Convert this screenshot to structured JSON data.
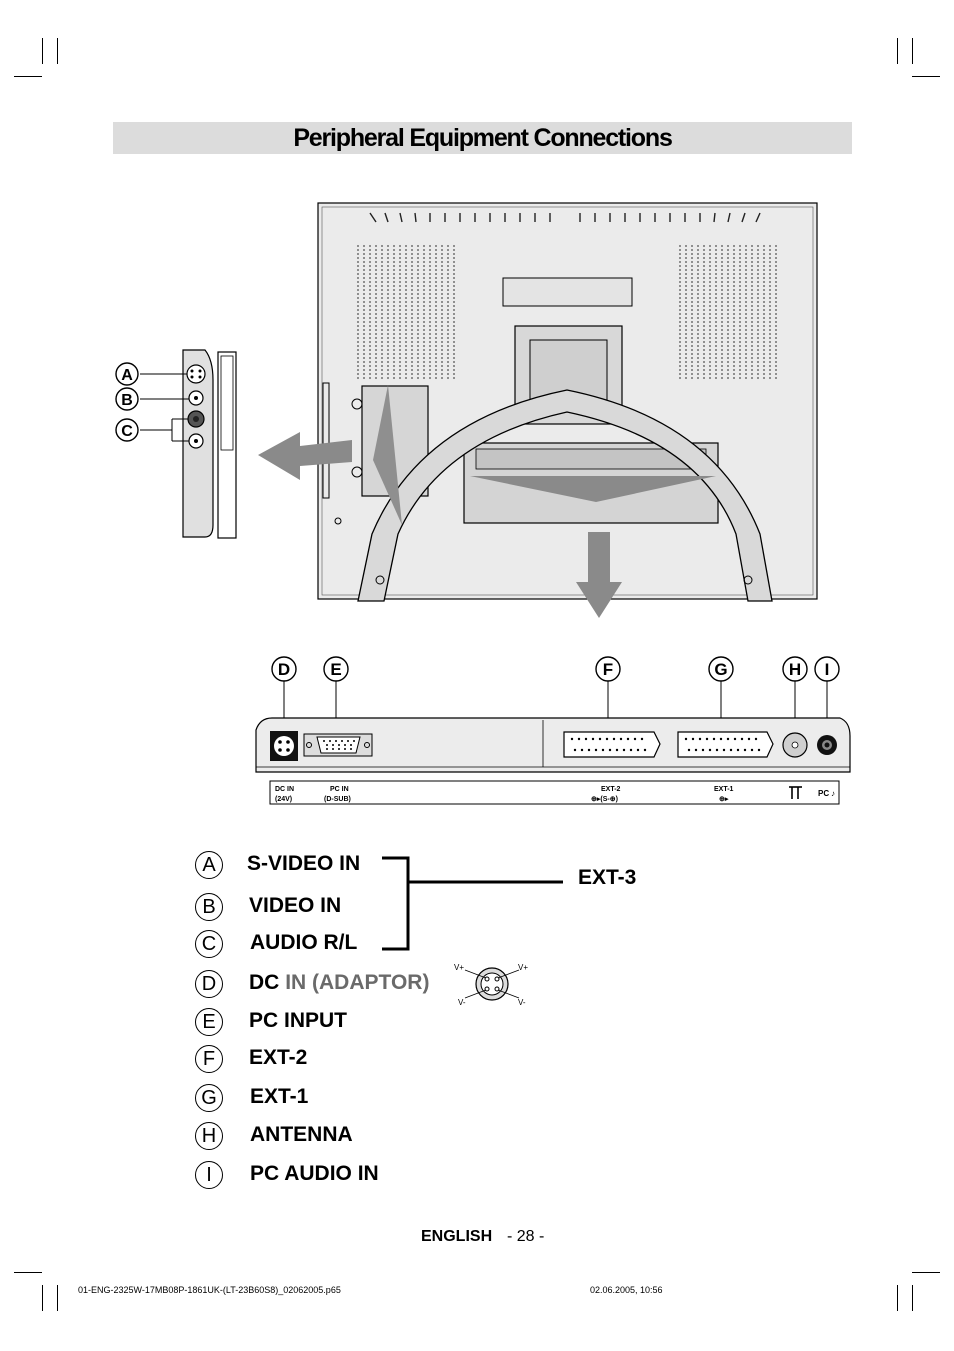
{
  "header": {
    "title": "Peripheral Equipment Connections"
  },
  "side_panel": {
    "labels": {
      "a": "A",
      "b": "B",
      "c": "C"
    }
  },
  "connector_panel": {
    "labels": {
      "d": "D",
      "e": "E",
      "f": "F",
      "g": "G",
      "h": "H",
      "i": "I"
    },
    "strip": {
      "dc_in": "DC IN",
      "dc_in_sub": "(24V)",
      "pc_in": "PC IN",
      "pc_in_sub": "(D-SUB)",
      "ext2": "EXT-2",
      "ext1": "EXT-1",
      "pc_audio": "PC"
    }
  },
  "pin_diagram": {
    "v_plus_left": "V+",
    "v_plus_right": "V+",
    "v_minus_left": "V-",
    "v_minus_right": "V-"
  },
  "legend": [
    {
      "letter": "A",
      "text": "S-VIDEO IN"
    },
    {
      "letter": "B",
      "text": "VIDEO IN"
    },
    {
      "letter": "C",
      "text": "AUDIO R/L"
    },
    {
      "letter": "D",
      "text": "DC",
      "text_grey": "IN (ADAPTOR)"
    },
    {
      "letter": "E",
      "text": "PC INPUT"
    },
    {
      "letter": "F",
      "text": "EXT-2"
    },
    {
      "letter": "G",
      "text": "EXT-1"
    },
    {
      "letter": "H",
      "text": "ANTENNA"
    },
    {
      "letter": "I",
      "text": "PC AUDIO IN"
    }
  ],
  "ext3_label": "EXT-3",
  "footer": {
    "language": "ENGLISH",
    "page": "- 28 -",
    "file": "01-ENG-2325W-17MB08P-1861UK-(LT-23B60S8)_02062005.p65",
    "date": "02.06.2005, 10:56"
  }
}
